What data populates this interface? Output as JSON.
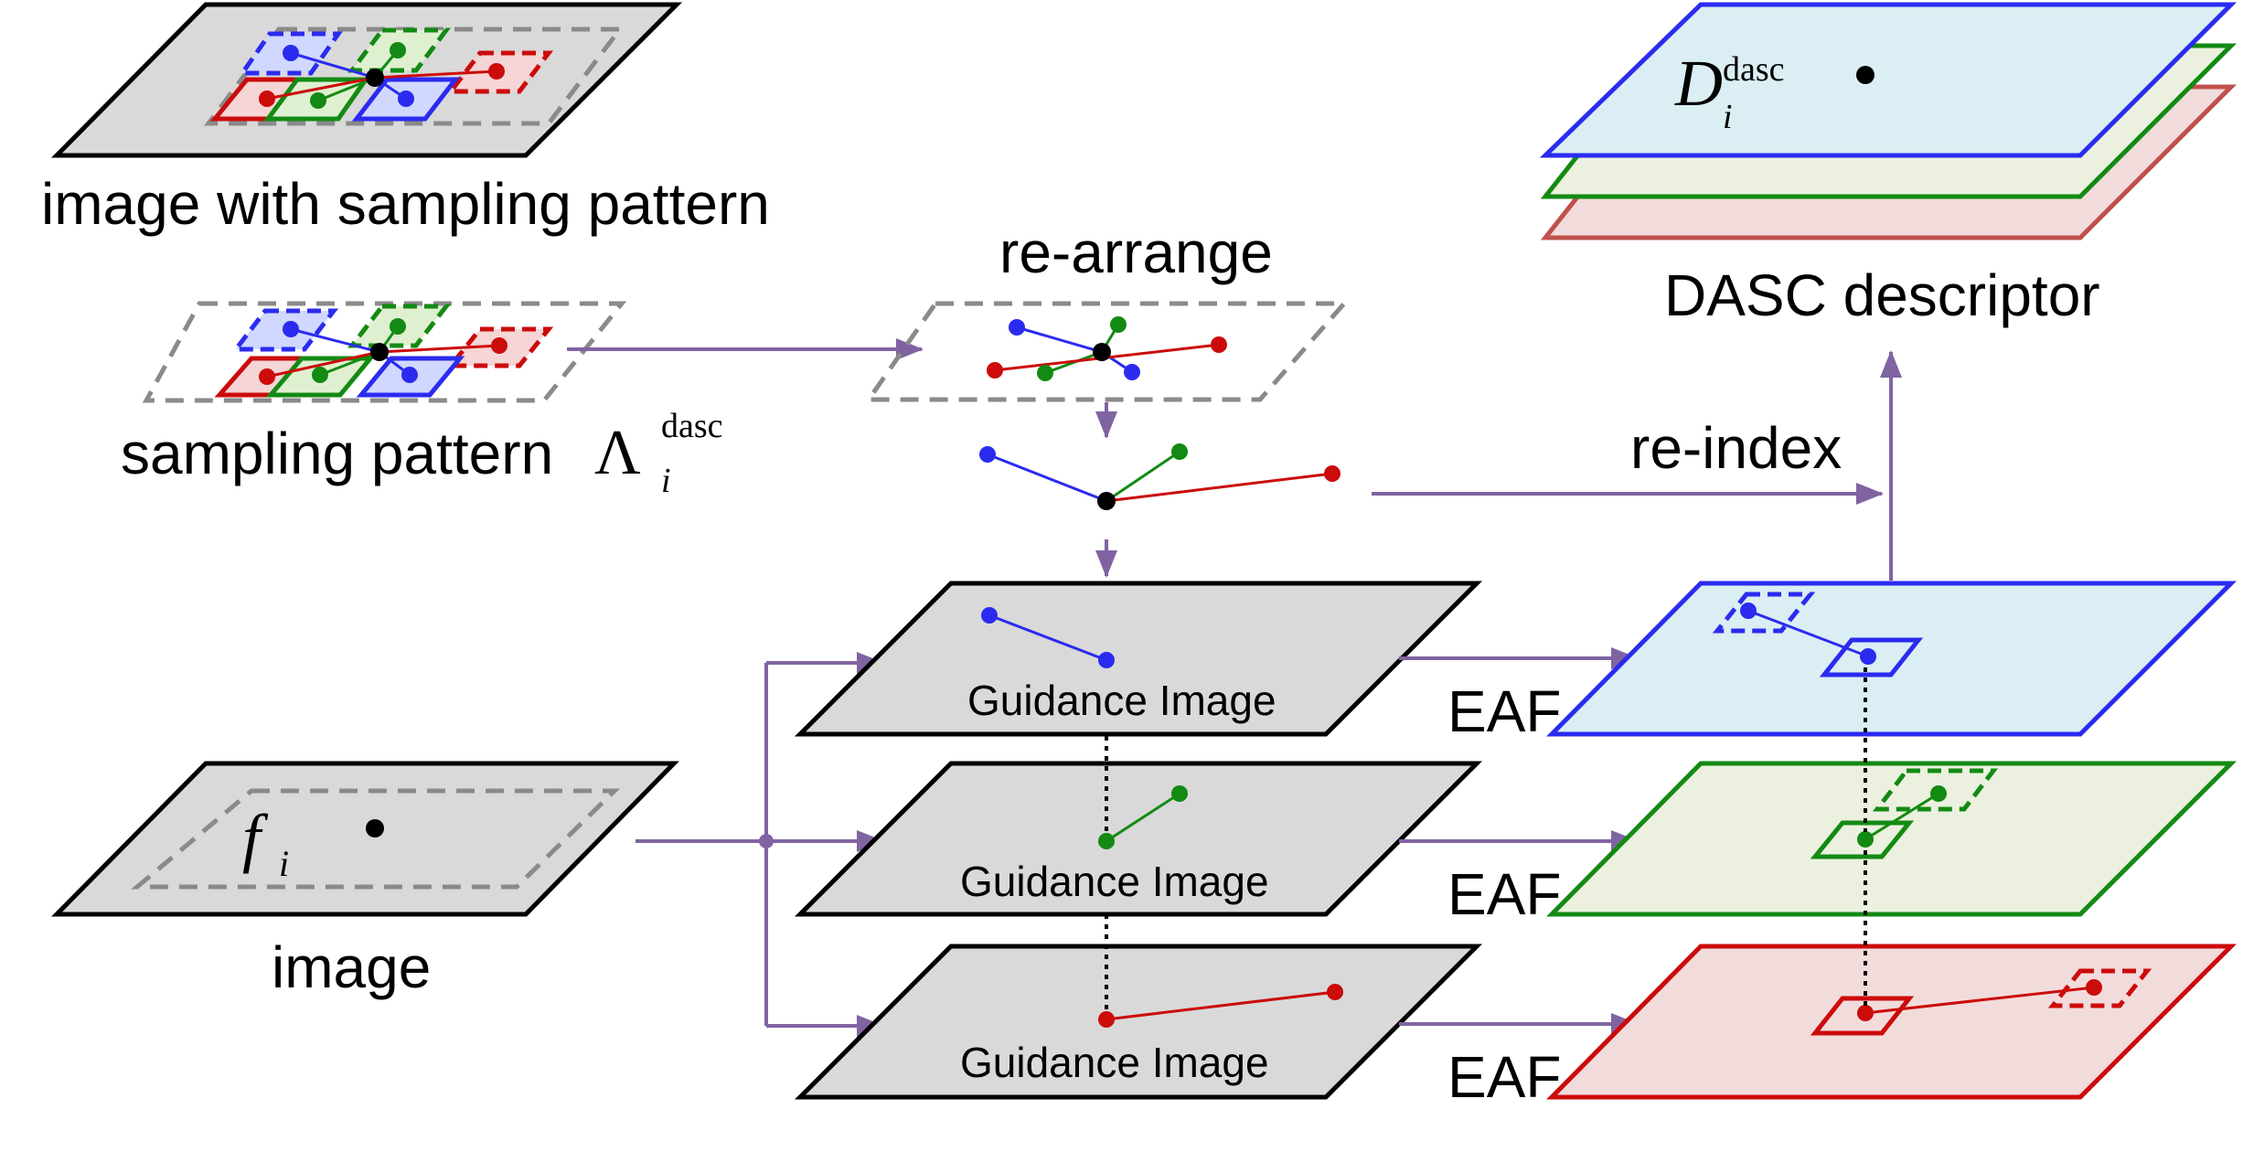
{
  "labels": {
    "image_with_pattern": "image with sampling pattern",
    "sampling_pattern": "sampling pattern",
    "lambda_symbol": "Λ",
    "lambda_sub": "i",
    "lambda_sup": "dasc",
    "re_arrange": "re-arrange",
    "re_index": "re-index",
    "descriptor": "DASC descriptor",
    "desc_symbol": "D",
    "desc_sub": "i",
    "desc_sup": "dasc",
    "image": "image",
    "f_symbol": "f",
    "f_sub": "i",
    "guidance_1": "Guidance Image",
    "guidance_2": "Guidance Image",
    "guidance_3": "Guidance Image",
    "eaf_1": "EAF",
    "eaf_2": "EAF",
    "eaf_3": "EAF"
  },
  "colors": {
    "blue": "#2b2bf0",
    "green": "#138a13",
    "red": "#cc0b0b",
    "gray_fill": "#d9d9d9",
    "dash_gray": "#8a8a8a",
    "arrow": "#8064a2",
    "plane_blue_fill": "#daeef3",
    "plane_green_fill": "#ebf1de",
    "plane_red_fill": "#f2dcdb",
    "plane_red_stroke": "#c0504d"
  }
}
